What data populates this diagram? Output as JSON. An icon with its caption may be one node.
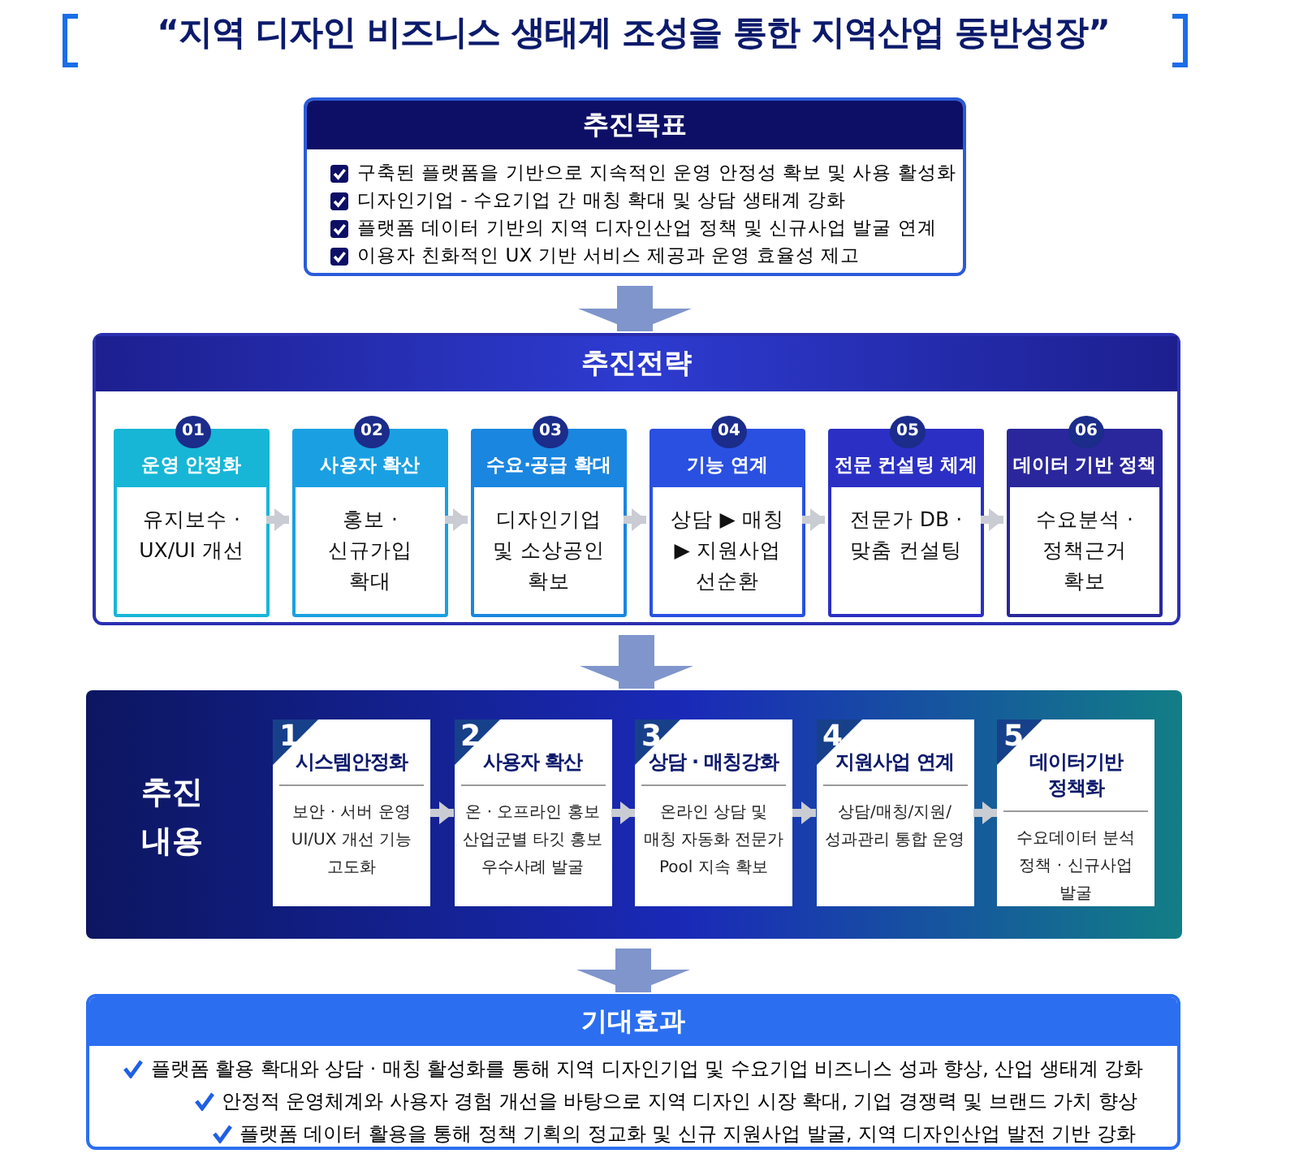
{
  "diagram": {
    "title": "“지역 디자인 비즈니스 생태계 조성을 통한 지역산업 동반성장”",
    "nodes": [
      {
        "text": [
          "추진목표",
          "구축된 플랫폼을 기반으로 지속적인 운영 안정성 확보 및 사용 활성화",
          "디자인기업 - 수요기업 간 매칭 확대 및 상담 생태계 강화",
          "플랫폼 데이터 기반의 지역 디자인산업 정책 및 신규사업 발굴 연계",
          "이용자 친화적인 UX 기반 서비스 제공과 운영 효율성 제고"
        ]
      },
      {
        "text": [
          "추진전략"
        ]
      },
      {
        "text": [
          "01",
          "운영 안정화",
          "유지보수 · UX/UI 개선"
        ],
        "in": 1
      },
      {
        "text": [
          "02",
          "사용자 확산",
          "홍보 · 신규가입 확대"
        ],
        "in": 1
      },
      {
        "text": [
          "03",
          "수요·공급 확대",
          "디자인기업 및 소상공인 확보"
        ],
        "in": 1
      },
      {
        "text": [
          "04",
          "기능 연계",
          "상담 ▶ 매칭 ▶ 지원사업 선순환"
        ],
        "in": 1
      },
      {
        "text": [
          "05",
          "전문 컨설팅 체계",
          "전문가 DB · 맞춤 컨설팅"
        ],
        "in": 1
      },
      {
        "text": [
          "06",
          "데이터 기반 정책",
          "수요분석 · 정책근거 확보"
        ],
        "in": 1
      },
      {
        "text": [
          "추진 내용"
        ]
      },
      {
        "text": [
          "1",
          "시스템안정화",
          "보안 · 서버 운영 UI/UX 개선 기능 고도화"
        ],
        "in": 8
      },
      {
        "text": [
          "2",
          "사용자 확산",
          "온 · 오프라인 홍보 산업군별 타깃 홍보 우수사례 발굴"
        ],
        "in": 8
      },
      {
        "text": [
          "3",
          "상담 · 매칭강화",
          "온라인 상담 및 매칭 자동화 전문가 Pool 지속 확보"
        ],
        "in": 8
      },
      {
        "text": [
          "4",
          "지원사업 연계",
          "상담/매칭/지원/ 성과관리 통합 운영"
        ],
        "in": 8
      },
      {
        "text": [
          "5",
          "데이터기반 정책화",
          "수요데이터 분석 정책 · 신규사업 발굴"
        ],
        "in": 8
      },
      {
        "text": [
          "기대효과",
          "플랫폼 활용 확대와 상담 · 매칭 활성화를 통해 지역 디자인기업 및 수요기업 비즈니스 성과 향상, 산업 생태계 강화",
          "안정적 운영체계와 사용자 경험 개선을 바탕으로 지역 디자인 시장 확대, 기업 경쟁력 및 브랜드 가치 향상",
          "플랫폼 데이터 활용을 통해 정책 기획의 정교화 및 신규 지원사업 발굴, 지역 디자인산업 발전 기반 강화"
        ]
      }
    ],
    "edges": [
      {
        "from": 0,
        "to": 1,
        "arrow": "to",
        "style": "thick",
        "color": "#7f95cc"
      },
      {
        "from": 2,
        "to": 3,
        "arrow": "to"
      },
      {
        "from": 3,
        "to": 4,
        "arrow": "to"
      },
      {
        "from": 4,
        "to": 5,
        "arrow": "to"
      },
      {
        "from": 5,
        "to": 6,
        "arrow": "to"
      },
      {
        "from": 6,
        "to": 7,
        "arrow": "to"
      },
      {
        "from": 1,
        "to": 8,
        "arrow": "to",
        "style": "thick",
        "color": "#7f95cc"
      },
      {
        "from": 9,
        "to": 10,
        "arrow": "to"
      },
      {
        "from": 10,
        "to": 11,
        "arrow": "to"
      },
      {
        "from": 11,
        "to": 12,
        "arrow": "to"
      },
      {
        "from": 12,
        "to": 13,
        "arrow": "to"
      },
      {
        "from": 8,
        "to": 14,
        "arrow": "to",
        "style": "thick",
        "color": "#7f95cc"
      }
    ]
  }
}
